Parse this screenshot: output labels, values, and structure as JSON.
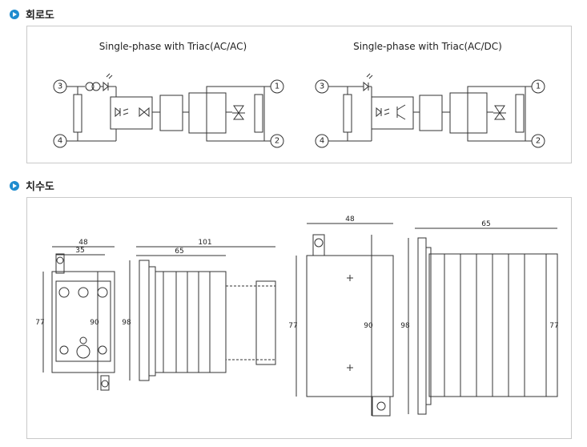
{
  "sections": {
    "circuit": {
      "heading": "회로도"
    },
    "dimensions": {
      "heading": "치수도"
    }
  },
  "circuit": {
    "left": {
      "title": "Single-phase with Triac(AC/AC)",
      "terminals": [
        "3",
        "4",
        "1",
        "2"
      ]
    },
    "right": {
      "title": "Single-phase with Triac(AC/DC)",
      "terminals": [
        "3",
        "4",
        "1",
        "2"
      ]
    }
  },
  "dimensions": {
    "front": {
      "width_outer": "48",
      "width_inner": "35",
      "height_left": "77",
      "height_inner": "90"
    },
    "side": {
      "length_total": "101",
      "length_body": "65",
      "height": "98"
    },
    "mount_front": {
      "width": "48",
      "height_left": "77",
      "height_right": "90"
    },
    "mount_side": {
      "length": "65",
      "height_left": "98",
      "height_right": "77"
    }
  },
  "colors": {
    "accent": "#1f8ccf",
    "line": "#333333",
    "panel_border": "#c9c9c9"
  }
}
